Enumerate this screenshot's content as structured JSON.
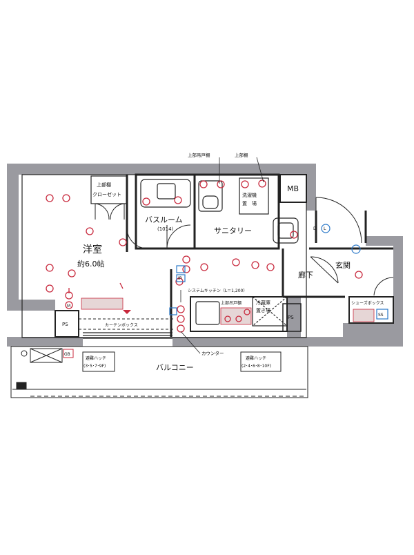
{
  "rooms": {
    "western": "洋室",
    "western_size": "約6.0帖",
    "bathroom": "バスルーム",
    "bathroom_size": "(1014)",
    "sanitary": "サニタリー",
    "hallway": "廊下",
    "entrance": "玄関",
    "balcony": "バルコニー",
    "closet_line1": "上部棚",
    "closet_line2": "クローゼット",
    "laundry_line1": "洗濯機",
    "laundry_line2": "置　場",
    "fridge_line1": "冷蔵庫",
    "fridge_line2": "置き場",
    "shoebox": "シューズボックス"
  },
  "labels": {
    "mb": "MB",
    "ps_left": "PS",
    "ps_right": "PS",
    "curtain_box": "カーテンボックス",
    "system_kitchen": "システムキッチン（L＝1,200）",
    "upper_cabinet_kitchen": "上部吊戸棚",
    "counter": "カウンター",
    "upper_cabinet_top": "上部吊戸棚",
    "upper_shelf_top": "上部棚",
    "hatch_left_line1": "避難ハッチ",
    "hatch_left_line2": "(3･5･7･9F)",
    "hatch_right_line1": "避難ハッチ",
    "hatch_right_line2": "(2･4･6･8･10F)",
    "symbol_ss": "SS",
    "symbol_gb": "GB",
    "symbol_m": "M",
    "symbol_d": "D",
    "symbol_l": "L",
    "symbol_ir": "IR"
  },
  "colors": {
    "wall": "#9a9aa0",
    "line": "#222222",
    "electric": "#c8283c",
    "hatch": "#e6d6d6",
    "info": "#2a78c8"
  }
}
